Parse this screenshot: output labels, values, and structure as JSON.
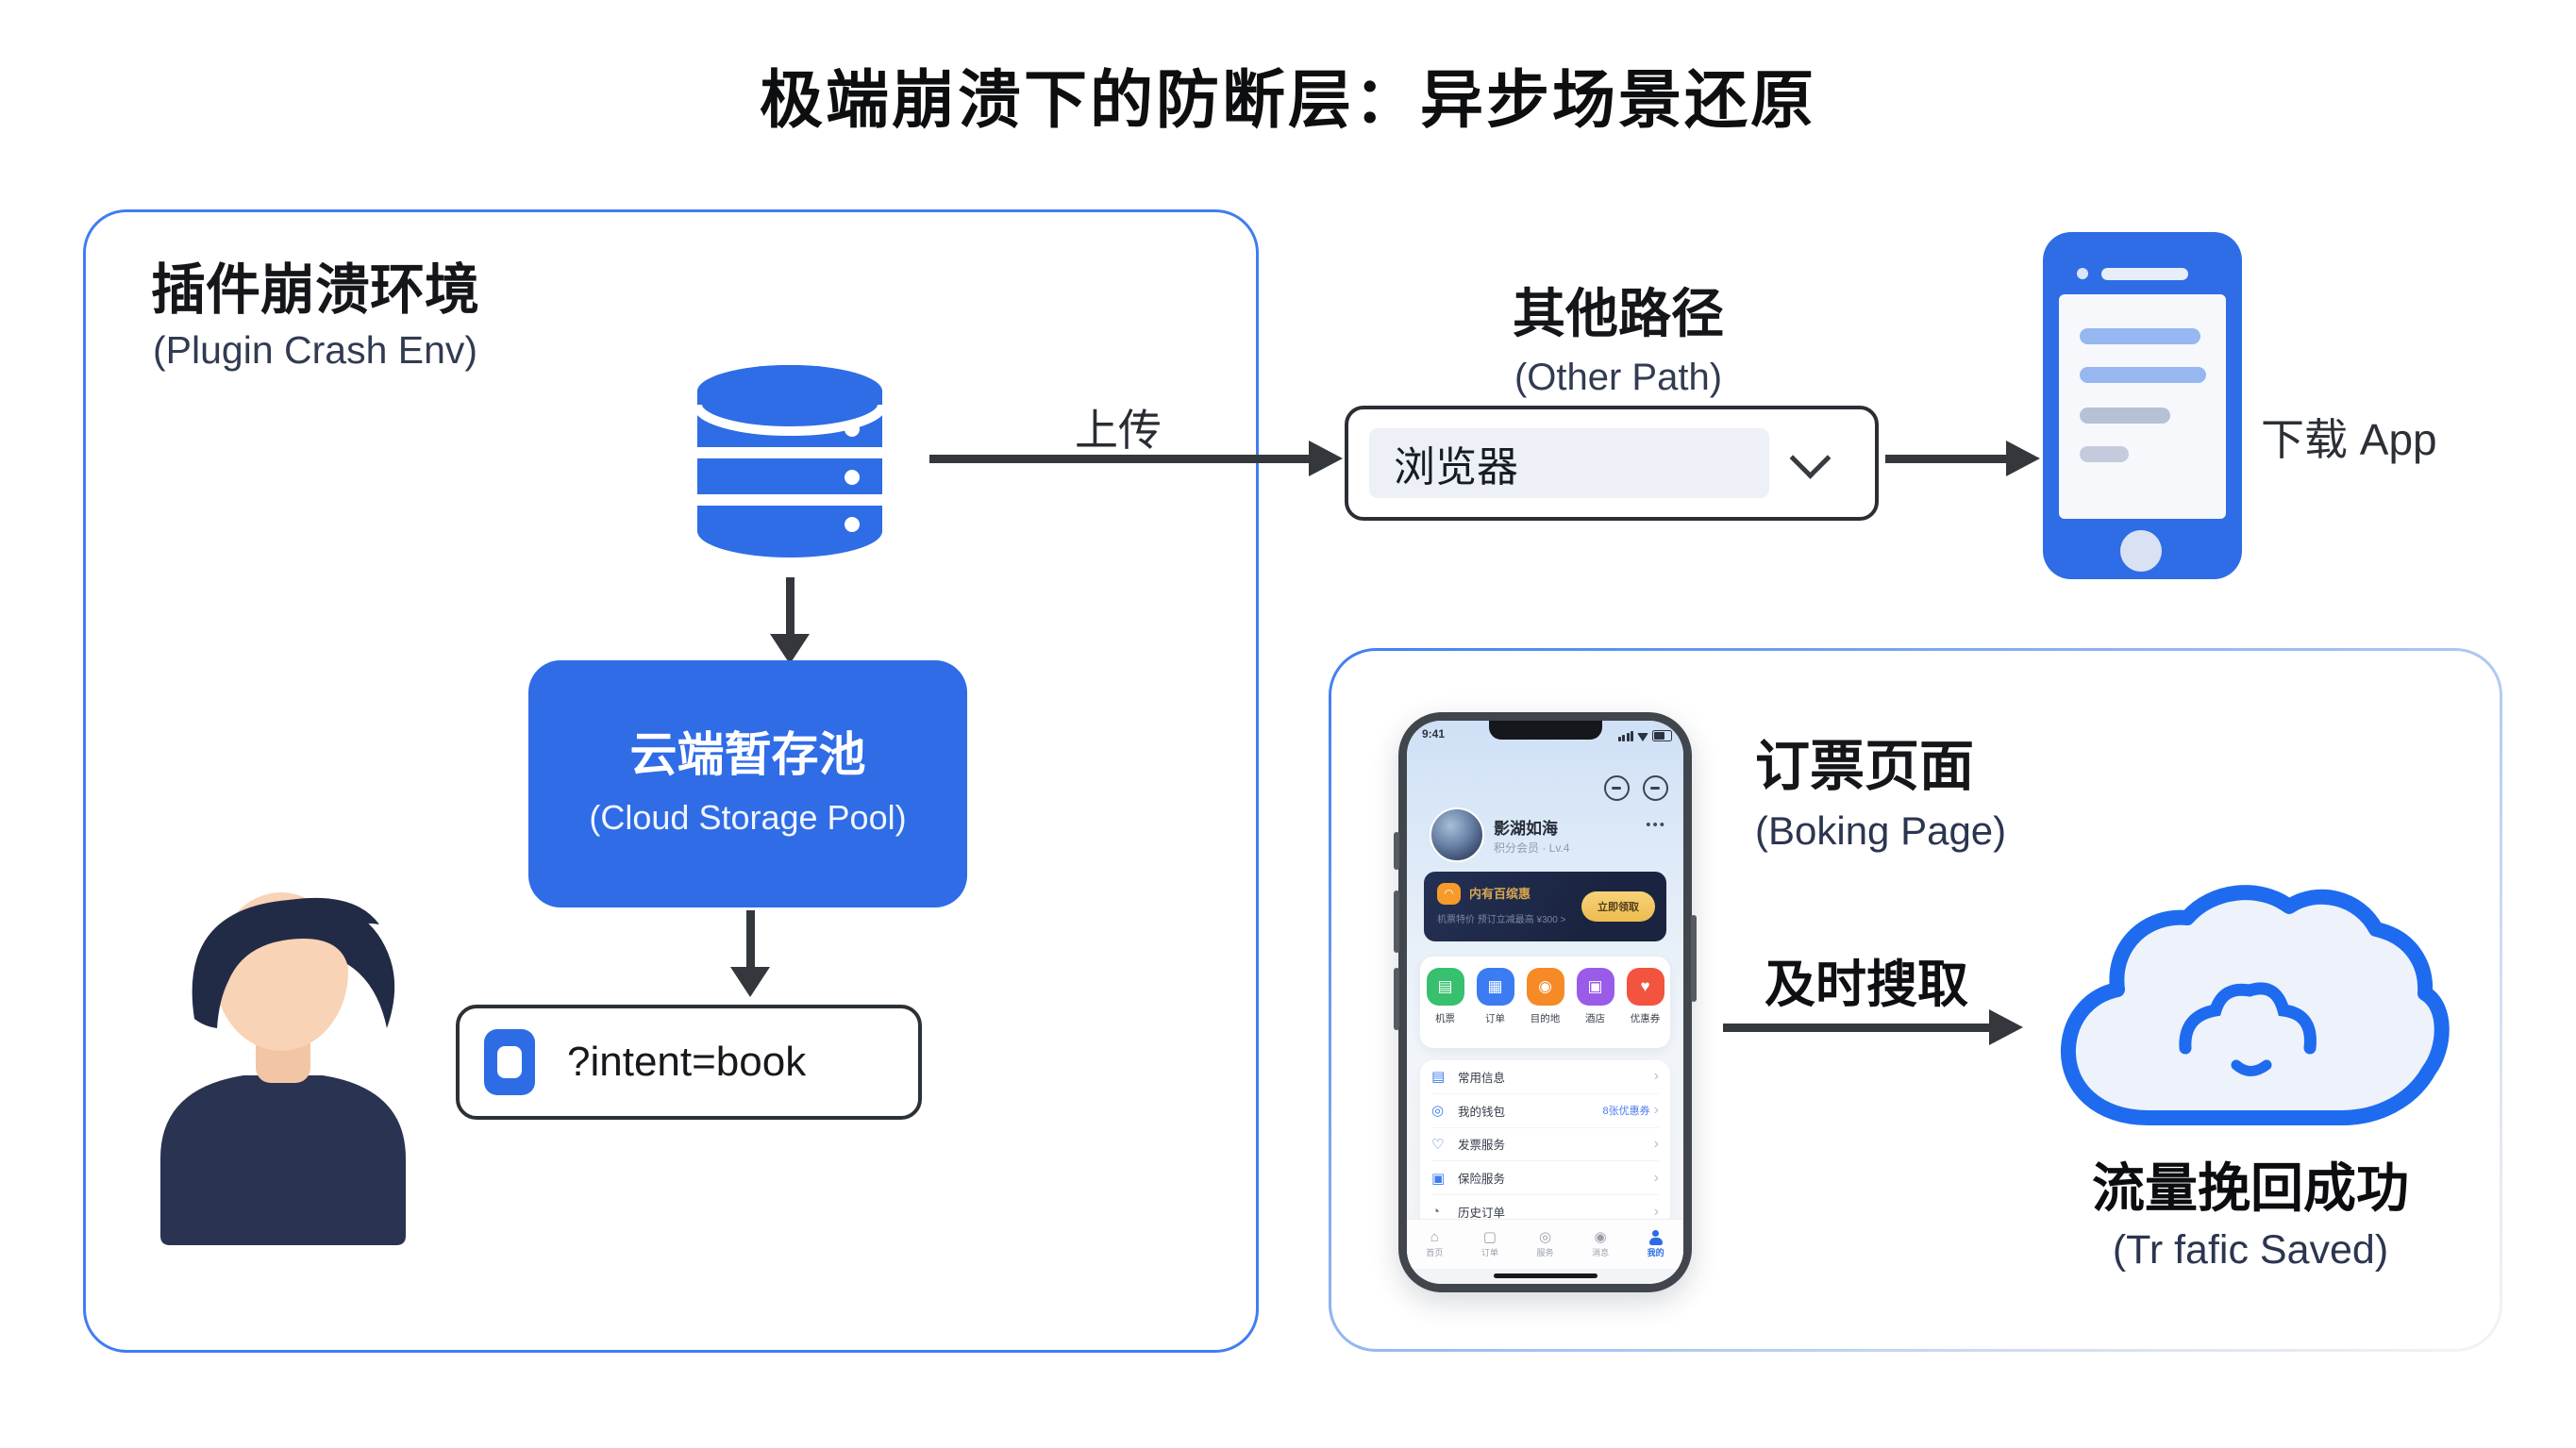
{
  "page": {
    "title": "极端崩溃下的防断层：异步场景还原",
    "background": "#ffffff"
  },
  "colors": {
    "accent_blue": "#2e6ce5",
    "panel_border_blue": "#3f7df2",
    "arrow_dark": "#34383d",
    "box_border_dark": "#2c3136",
    "dropdown_field_bg": "#edf0f6",
    "cloud_stroke": "#1e6bf0",
    "banner_bg": "#1c2642",
    "banner_gold": "#d8a851",
    "shortcut_colors": [
      "#37c06e",
      "#3b7cf2",
      "#f68a27",
      "#9a5ce8",
      "#f2543f"
    ]
  },
  "left_panel": {
    "title": "插件崩溃环境",
    "subtitle": "(Plugin Crash Env)",
    "cloud_pool": {
      "title": "云端暂存池",
      "subtitle": "(Cloud Storage Pool)"
    },
    "intent_box": {
      "text": "?intent=book"
    }
  },
  "upload_flow": {
    "upload_label": "上传",
    "other_path": {
      "title": "其他路径",
      "subtitle": "(Other Path)"
    },
    "dropdown": {
      "value": "浏览器"
    },
    "download_label": "下载 App"
  },
  "result_panel": {
    "booking": {
      "title": "订票页面",
      "subtitle": "(Boking Page)"
    },
    "fetch_label": "及时搜取",
    "result": {
      "title": "流量挽回成功",
      "subtitle": "(Tr fafic Saved)"
    },
    "phone": {
      "status_time": "9:41",
      "profile": {
        "name": "影湖如海",
        "subtitle": "积分会员 · Lv.4",
        "more": "•••"
      },
      "banner": {
        "icon_glyph": "◠",
        "title": "内有百缤惠",
        "subtitle": "机票特价 预订立减最高 ¥300 >",
        "button": "立即领取"
      },
      "shortcuts": [
        {
          "label": "机票",
          "glyph": "▤"
        },
        {
          "label": "订单",
          "glyph": "▦"
        },
        {
          "label": "目的地",
          "glyph": "◉"
        },
        {
          "label": "酒店",
          "glyph": "▣"
        },
        {
          "label": "优惠券",
          "glyph": "♥"
        }
      ],
      "menu": [
        {
          "glyph": "▤",
          "label": "常用信息"
        },
        {
          "glyph": "◎",
          "label": "我的钱包",
          "link": "8张优惠券"
        },
        {
          "glyph": "♡",
          "label": "发票服务"
        },
        {
          "glyph": "▣",
          "label": "保险服务"
        },
        {
          "glyph": "◔",
          "label": "历史订单"
        }
      ],
      "chevron": "›",
      "tabs": [
        {
          "glyph": "⌂",
          "label": "首页"
        },
        {
          "glyph": "▢",
          "label": "订单"
        },
        {
          "glyph": "◎",
          "label": "服务"
        },
        {
          "glyph": "◉",
          "label": "消息"
        },
        {
          "glyph": "",
          "label": "我的"
        }
      ]
    }
  }
}
